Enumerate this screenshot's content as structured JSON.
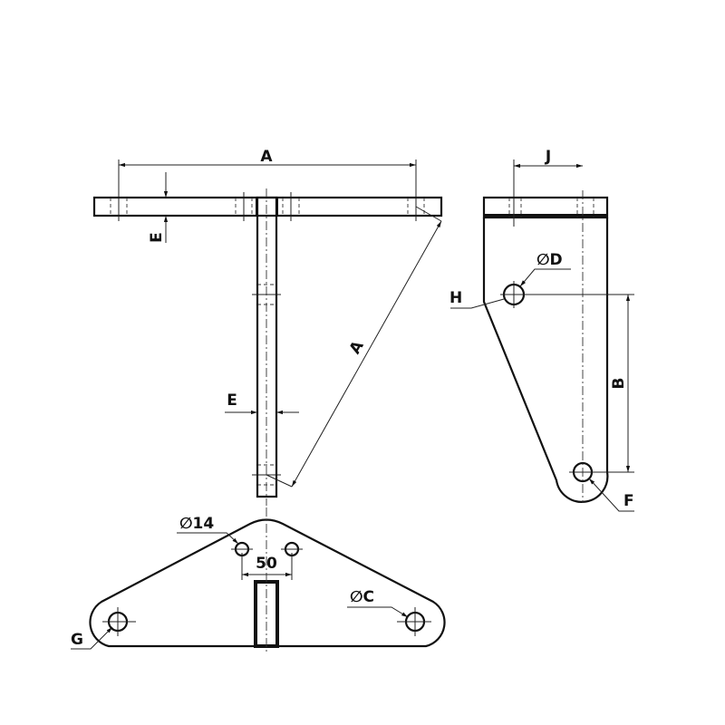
{
  "labels": {
    "front_width": "A",
    "front_thickness_top": "E",
    "front_thickness_stem": "E",
    "front_diagonal": "A",
    "side_spacing": "J",
    "side_hole_diameter": "∅D",
    "side_radius_top": "H",
    "side_height": "B",
    "side_radius_bottom": "F",
    "plate_small_holes": "∅14",
    "plate_hole_spacing": "50",
    "plate_large_holes": "∅C",
    "plate_corner_radius": "G"
  }
}
